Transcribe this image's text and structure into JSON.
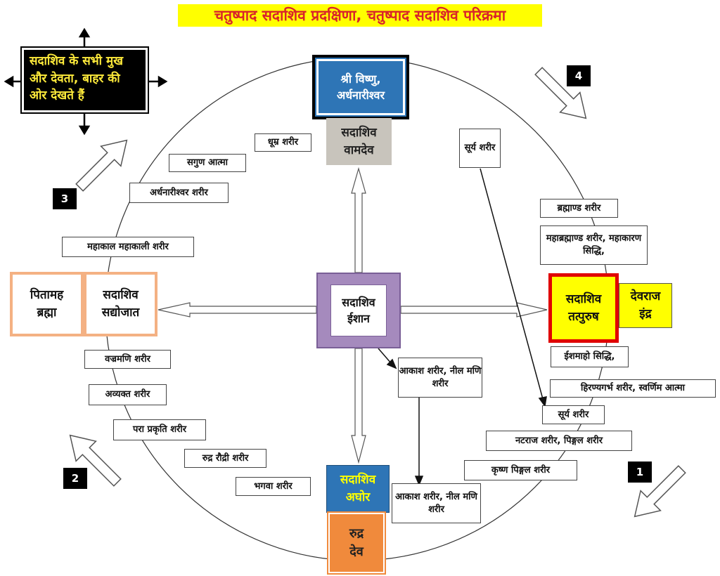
{
  "title": "चतुष्पाद सदाशिव प्रदक्षिणा, चतुष्पाद सदाशिव परिक्रमा",
  "corner_note": "सदाशिव के सभी मुख और देवता, बाहर की ओर देखते हैं",
  "nodes": {
    "vishnu": "श्री विष्णु,\nअर्धनारीश्वर",
    "vamdev": "सदाशिव\nवामदेव",
    "ishan": "सदाशिव\nईशान",
    "pitamah": "पितामह\nब्रह्मा",
    "sadyojat": "सदाशिव\nसद्योजात",
    "tatpurush": "सदाशिव\nतत्पुरुष",
    "indra": "देवराज\nइंद्र",
    "aghor": "सदाशिव\nअघोर",
    "rudra": "रुद्र\nदेव"
  },
  "labels": {
    "dhumra": "धूम्र शरीर",
    "sagun": "सगुण आत्मा",
    "ardhanari": "अर्धनारीश्वर शरीर",
    "mahakal": "महाकाल महाकाली शरीर",
    "surya_top": "सूर्य शरीर",
    "brahmand": "ब्रह्माण्ड शरीर",
    "mahabrahmand": "महाब्रह्माण्ड शरीर, महाकारण सिद्धि,",
    "ishmaho": "ईशमाहो सिद्धि,",
    "hiranya": "हिरण्यगर्भ शरीर, स्वर्णिम आत्मा",
    "surya_bottom": "सूर्य शरीर",
    "natraj": "नटराज शरीर, पिङ्गल शरीर",
    "krishna": "कृष्ण पिङ्गल शरीर",
    "akash1": "आकाश शरीर, नील मणि शरीर",
    "akash2": "आकाश शरीर, नील मणि शरीर",
    "bhagwa": "भगवा शरीर",
    "rudra_raudri": "रुद्र रौद्री शरीर",
    "para": "परा प्रकृति शरीर",
    "avyakt": "अव्यक्त शरीर",
    "vajra": "वज्रमणि शरीर"
  },
  "numbers": [
    "1",
    "2",
    "3",
    "4"
  ],
  "colors": {
    "title_bg": "#ffff00",
    "title_text": "#d9232a",
    "vishnu_fill": "#2e75b6",
    "vamdev_fill": "#c8c4bc",
    "ishan_fill": "#a58abd",
    "sadyojat_border": "#f4b183",
    "tatpurush_border": "#e00000",
    "tatpurush_fill": "#ffff00",
    "indra_fill": "#ffff00",
    "aghor_fill": "#2e75b6",
    "aghor_text": "#ffff00",
    "rudra_fill": "#f08a3c"
  }
}
